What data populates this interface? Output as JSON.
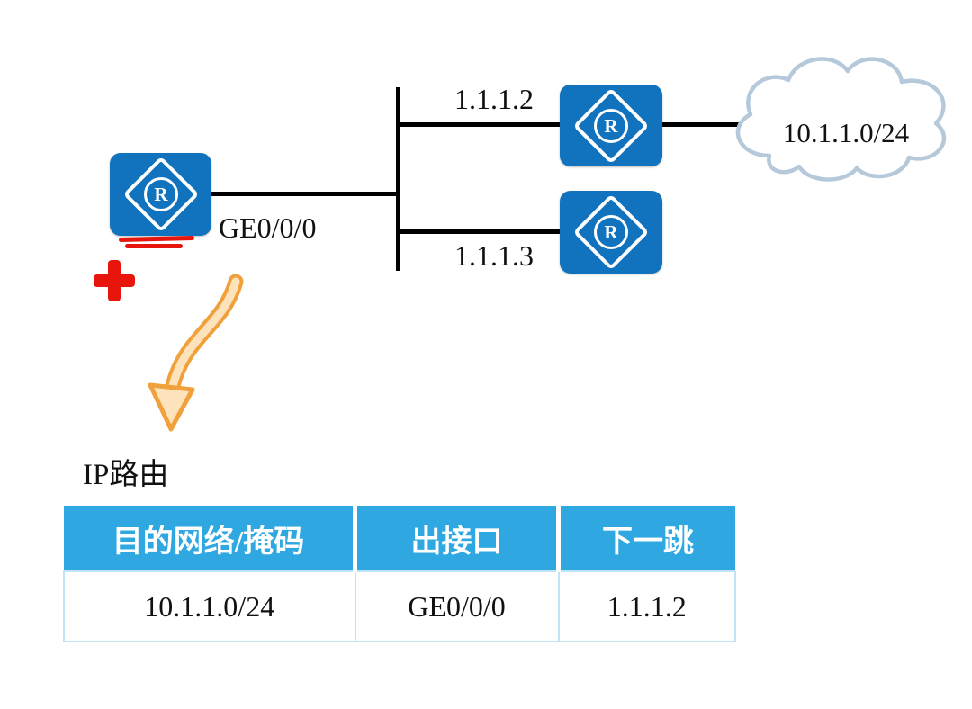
{
  "diagram": {
    "router_letter": "R",
    "left_router_interface": "GE0/0/0",
    "top_router_ip": "1.1.1.2",
    "bottom_router_ip": "1.1.1.3",
    "cloud_network": "10.1.1.0/24"
  },
  "routing": {
    "title": "IP路由",
    "table": {
      "headers": [
        "目的网络/掩码",
        "出接口",
        "下一跳"
      ],
      "rows": [
        [
          "10.1.1.0/24",
          "GE0/0/0",
          "1.1.1.2"
        ]
      ]
    }
  },
  "colors": {
    "router_blue": "#1173BE",
    "table_header_blue": "#2FA8E1",
    "table_border_blue": "#BFE4F6",
    "cloud_stroke": "#B5C9DA",
    "arrow_orange": "#F0A13C",
    "arrow_fill": "#FDE3BC",
    "mark_red": "#E8150D",
    "link_black": "#000000"
  }
}
